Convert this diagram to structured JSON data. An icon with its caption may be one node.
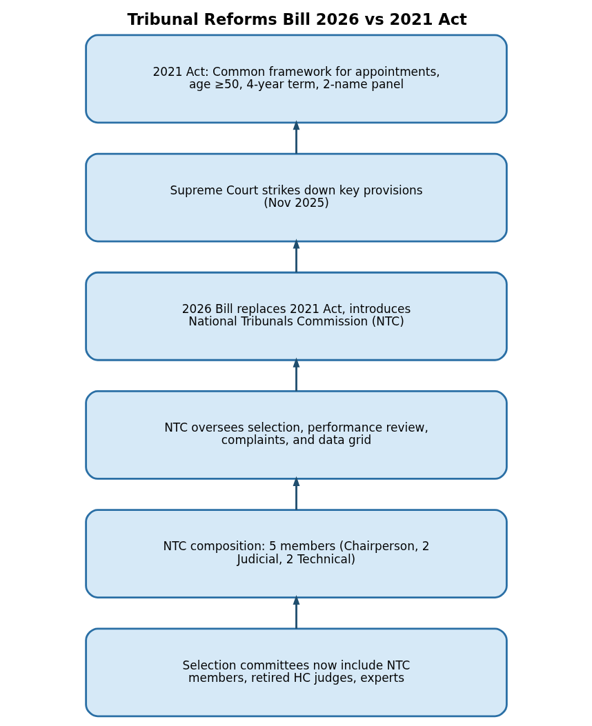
{
  "diagram": {
    "title": "Tribunal Reforms Bill 2026 vs 2021 Act",
    "nodes": [
      {
        "text": [
          "2021 Act: Common framework for appointments, age ≥50, 4-year term, 2-name panel"
        ]
      },
      {
        "text": [
          "Supreme Court strikes down key provisions (Nov 2025)"
        ]
      },
      {
        "text": [
          "2026 Bill replaces 2021 Act, introduces National Tribunals Commission (NTC)"
        ]
      },
      {
        "text": [
          "NTC oversees selection, performance review, complaints, and data grid"
        ]
      },
      {
        "text": [
          "NTC composition: 5 members (Chairperson, 2 Judicial, 2 Technical)"
        ]
      },
      {
        "text": [
          "Selection committees now include NTC members, retired HC judges, experts"
        ]
      }
    ],
    "edges": [
      {
        "from": 1,
        "to": 0,
        "arrow": "to"
      },
      {
        "from": 2,
        "to": 1,
        "arrow": "to"
      },
      {
        "from": 3,
        "to": 2,
        "arrow": "to"
      },
      {
        "from": 4,
        "to": 3,
        "arrow": "to"
      },
      {
        "from": 5,
        "to": 4,
        "arrow": "to"
      }
    ]
  }
}
